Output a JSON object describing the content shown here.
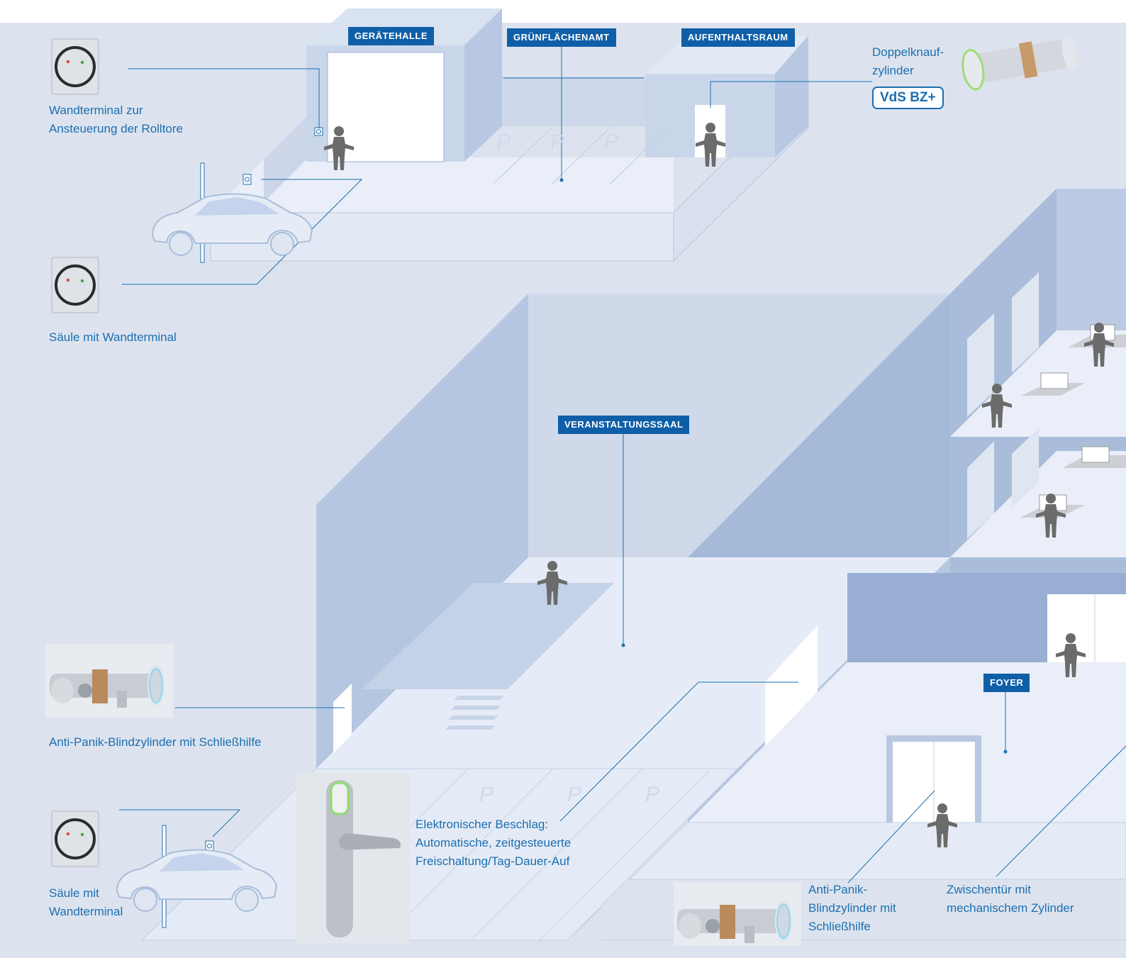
{
  "areas": {
    "geraetehalle": "GERÄTEHALLE",
    "gruenflaechenamt": "GRÜNFLÄCHENAMT",
    "aufenthaltsraum": "AUFENTHALTSRAUM",
    "veranstaltungssaal": "VERANSTALTUNGSSAAL",
    "foyer": "FOYER"
  },
  "callouts": {
    "wandterminal_rolltore": "Wandterminal zur\nAnsteuerung der Rolltore",
    "saeule_wandterminal_top": "Säule mit Wandterminal",
    "doppelknauf": "Doppelknauf-\nzylinder",
    "vds_badge": "VdS BZ+",
    "antipanik_left": "Anti-Panik-Blindzylinder mit Schließhilfe",
    "saeule_wandterminal_bottom": "Säule mit\nWandterminal",
    "elektronischer_beschlag": "Elektronischer Beschlag:\nAutomatische, zeitgesteuerte\nFreischaltung/Tag-Dauer-Auf",
    "antipanik_bottom": "Anti-Panik-\nBlindzylinder mit\nSchließhilfe",
    "zwischentuer": "Zwischentür mit\nmechanischem Zylinder"
  },
  "icons": {
    "terminal": "wall-terminal-icon",
    "cylinder": "lock-cylinder-icon",
    "handle": "door-handle-icon",
    "person": "person-icon",
    "car": "car-icon",
    "parking": "parking-icon"
  },
  "colors": {
    "background": "#dde3ee",
    "accent": "#0f5fa8",
    "label_text": "#1b6fb0",
    "wall": "#b9c9e2",
    "wall_dark": "#a3b9da",
    "floor": "#e9eef8",
    "person": "#6b6b6b"
  },
  "parking_glyph": "P"
}
